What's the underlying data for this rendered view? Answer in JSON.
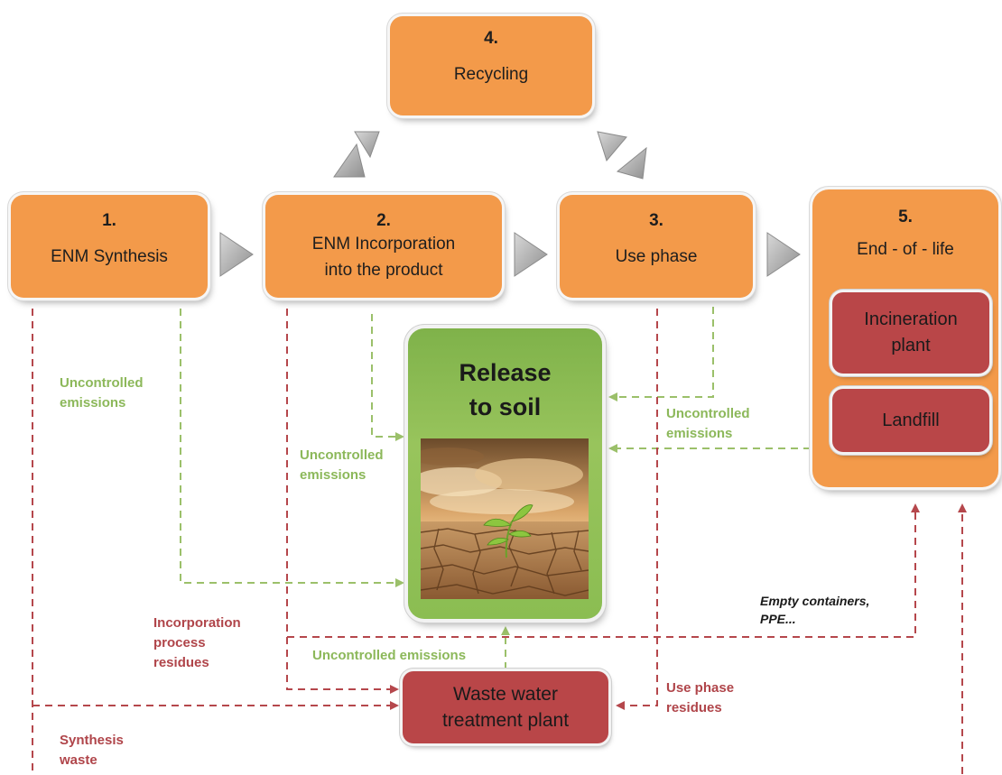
{
  "boxes": {
    "recycling": {
      "num": "4.",
      "label": "Recycling"
    },
    "synthesis": {
      "num": "1.",
      "label": "ENM Synthesis"
    },
    "incorporation": {
      "num": "2.",
      "label1": "ENM Incorporation",
      "label2": "into the product"
    },
    "use_phase": {
      "num": "3.",
      "label": "Use phase"
    },
    "end_of_life": {
      "num": "5.",
      "label": "End - of - life"
    }
  },
  "end_of_life_items": {
    "incineration_line1": "Incineration",
    "incineration_line2": "plant",
    "landfill": "Landfill"
  },
  "release": {
    "line1": "Release",
    "line2": "to soil"
  },
  "wwtp": {
    "line1": "Waste water",
    "line2": "treatment plant"
  },
  "labels": {
    "uncontrolled_1": {
      "l1": "Uncontrolled",
      "l2": "emissions"
    },
    "uncontrolled_2": {
      "l1": "Uncontrolled",
      "l2": "emissions"
    },
    "uncontrolled_3": {
      "l1": "Uncontrolled",
      "l2": "emissions"
    },
    "uncontrolled_bottom": "Uncontrolled emissions",
    "incorporation_residues": {
      "l1": "Incorporation",
      "l2": "process",
      "l3": "residues"
    },
    "synthesis_waste": {
      "l1": "Synthesis",
      "l2": "waste"
    },
    "use_phase_residues": {
      "l1": "Use phase",
      "l2": "residues"
    },
    "empty_containers": {
      "l1": "Empty containers,",
      "l2": "PPE..."
    }
  },
  "colors": {
    "orange": "#f39a4a",
    "red_box": "#b94648",
    "green_box": "#8bbd52",
    "green_dash": "#9bc06a",
    "red_dash": "#b5474c",
    "arrow_gray": "#a9a9a9"
  }
}
